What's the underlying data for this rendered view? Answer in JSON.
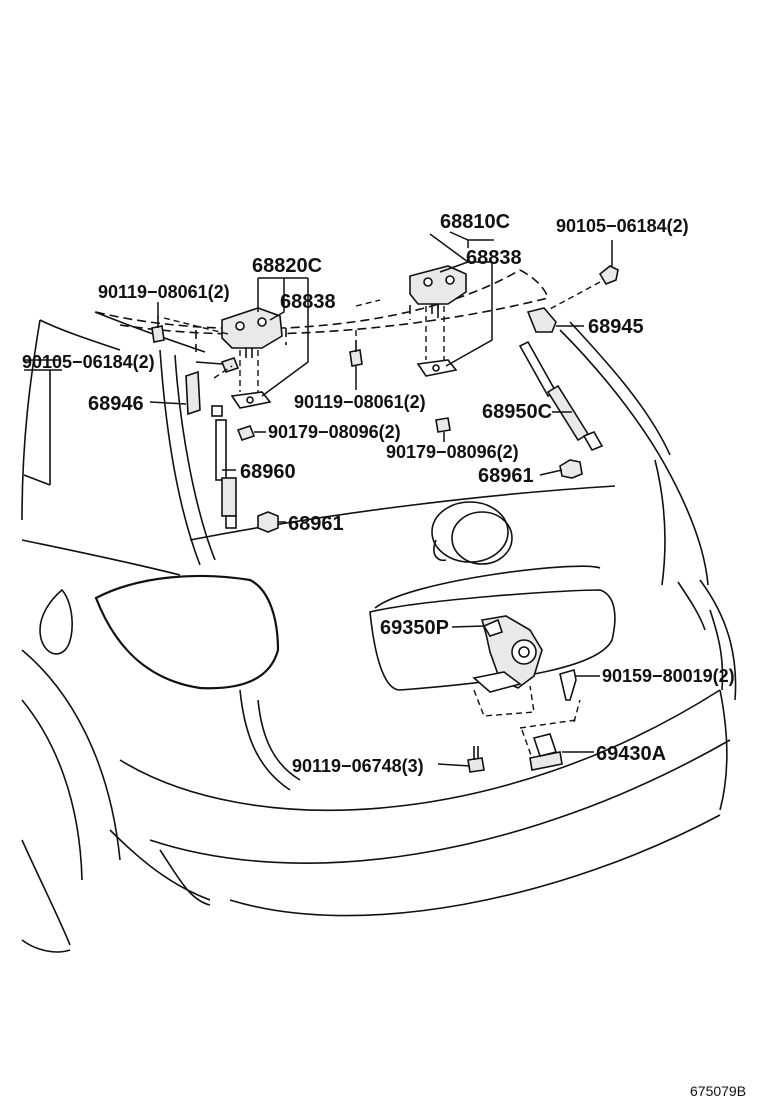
{
  "diagram": {
    "labels": [
      {
        "id": "p68810C",
        "text": "68810C"
      },
      {
        "id": "p68838a",
        "text": "68838"
      },
      {
        "id": "p68820C",
        "text": "68820C"
      },
      {
        "id": "p68838b",
        "text": "68838"
      },
      {
        "id": "p90105a",
        "text": "90105−06184(2)"
      },
      {
        "id": "p90119a",
        "text": "90119−08061(2)"
      },
      {
        "id": "p90105b",
        "text": "90105−06184(2)"
      },
      {
        "id": "p68945",
        "text": "68945"
      },
      {
        "id": "p68946",
        "text": "68946"
      },
      {
        "id": "p90119b",
        "text": "90119−08061(2)"
      },
      {
        "id": "p68950C",
        "text": "68950C"
      },
      {
        "id": "p90179a",
        "text": "90179−08096(2)"
      },
      {
        "id": "p90179b",
        "text": "90179−08096(2)"
      },
      {
        "id": "p68960",
        "text": "68960"
      },
      {
        "id": "p68961a",
        "text": "68961"
      },
      {
        "id": "p68961b",
        "text": "68961"
      },
      {
        "id": "p69350P",
        "text": "69350P"
      },
      {
        "id": "p90159",
        "text": "90159−80019(2)"
      },
      {
        "id": "p90119c",
        "text": "90119−06748(3)"
      },
      {
        "id": "p69430A",
        "text": "69430A"
      }
    ],
    "figure_code": "675079B"
  }
}
